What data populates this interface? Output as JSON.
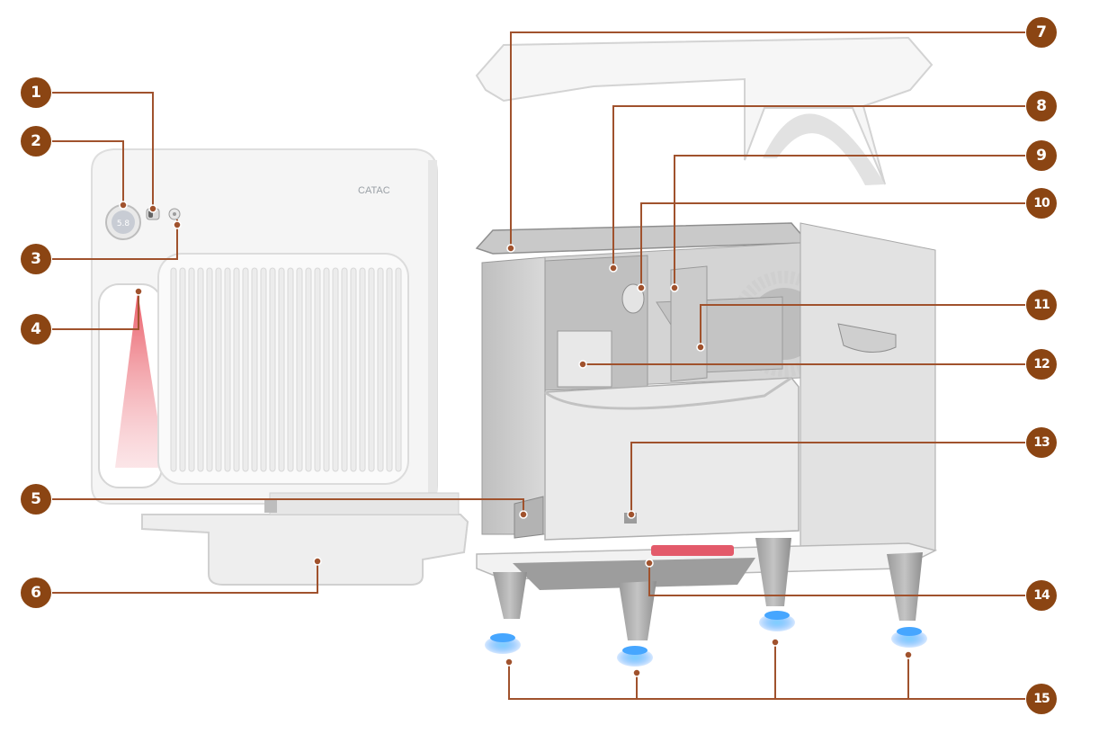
{
  "brand": {
    "logo_text": "CATAC"
  },
  "display": {
    "readout": "5.8"
  },
  "callouts": [
    {
      "id": "1",
      "label": "1"
    },
    {
      "id": "2",
      "label": "2"
    },
    {
      "id": "3",
      "label": "3"
    },
    {
      "id": "4",
      "label": "4"
    },
    {
      "id": "5",
      "label": "5"
    },
    {
      "id": "6",
      "label": "6"
    },
    {
      "id": "7",
      "label": "7"
    },
    {
      "id": "8",
      "label": "8"
    },
    {
      "id": "9",
      "label": "9"
    },
    {
      "id": "10",
      "label": "10"
    },
    {
      "id": "11",
      "label": "11"
    },
    {
      "id": "12",
      "label": "12"
    },
    {
      "id": "13",
      "label": "13"
    },
    {
      "id": "14",
      "label": "14"
    },
    {
      "id": "15",
      "label": "15"
    }
  ],
  "colors": {
    "badge": "#8b4513",
    "leader": "#a0522d",
    "housing": "#f4f4f4",
    "interior": "#d8d8d8",
    "sensor_glow": "#e8505b",
    "foot_glow": "#2f8cff"
  }
}
